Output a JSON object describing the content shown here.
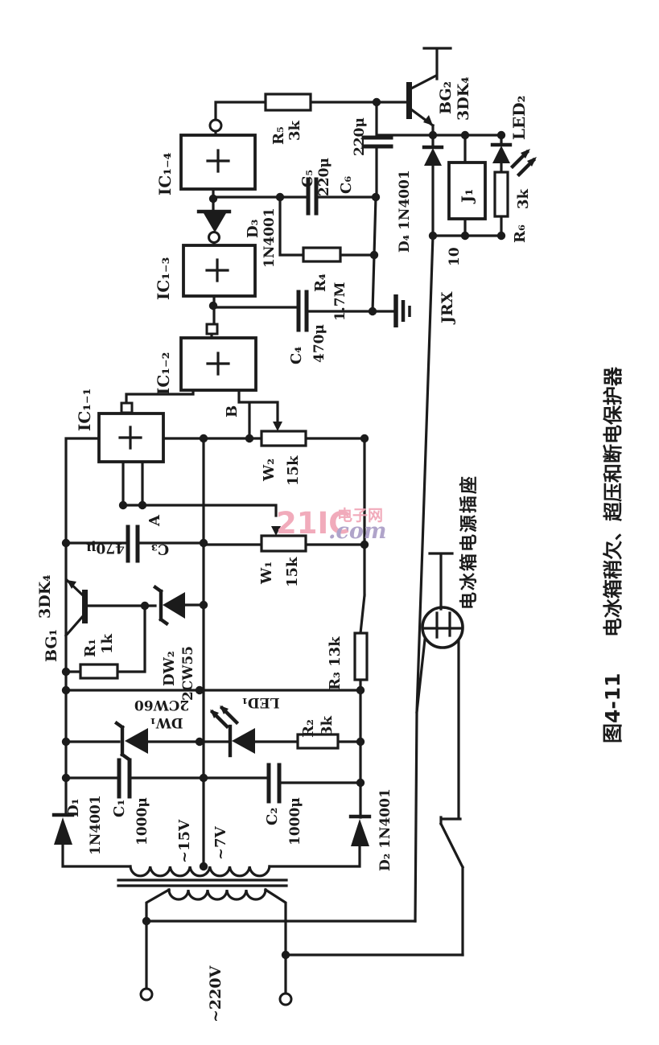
{
  "caption": {
    "fig": "图4-11",
    "title": "电冰箱稍欠、超压和断电保护器"
  },
  "watermark": {
    "brand": "21IC",
    "domain": ".com",
    "site": "电子网"
  },
  "colors": {
    "ink": "#1b1b1b",
    "paper": "#ffffff",
    "watermark_pink": "#f0a2b4",
    "watermark_purple": "#a89bc5"
  },
  "components": {
    "bg2": "BG₂",
    "bg2_model": "3DK₄",
    "led2": "LED₂",
    "r5": "R₅",
    "r5_val": "3k",
    "c5": "C₅",
    "c5_val": "220μ",
    "c6": "C₆",
    "c6_val": "220μ",
    "d4": "D₄ 1N4001",
    "j1": "J₁",
    "r6": "R₆",
    "r6_val": "3k",
    "jrx": "JRX",
    "jrx_val": "10",
    "ic14": "IC₁₋₄",
    "ic13": "IC₁₋₃",
    "ic12": "IC₁₋₂",
    "ic11": "IC₁₋₁",
    "d3": "D₃",
    "d3_val": "1N4001",
    "r4": "R₄",
    "r4_val": "1.7M",
    "c4": "C₄",
    "c4_val": "470μ",
    "node_b": "B",
    "node_a": "A",
    "w2": "W₂",
    "w2_val": "15k",
    "w1": "W₁",
    "w1_val": "15k",
    "c3": "C₃",
    "c3_val": "470μ",
    "bg1": "BG₁",
    "bg1_model": "3DK₄",
    "r1": "R₁",
    "r1_val": "1k",
    "dw2": "DW₂",
    "dw2_val": "2CW55",
    "dw1": "DW₁",
    "dw1_val": "2CW60",
    "led1": "LED₁",
    "r2": "R₂",
    "r2_val": "3k",
    "r3": "R₃ 13k",
    "d1": "D₁",
    "d1_val": "1N4001",
    "c1": "C₁",
    "c1_val": "1000μ",
    "c2": "C₂",
    "c2_val": "1000μ",
    "d2": "D₂ 1N4001",
    "v15": "~15V",
    "v7": "~7V",
    "v220": "~220V",
    "socket": "电冰箱电源插座"
  }
}
